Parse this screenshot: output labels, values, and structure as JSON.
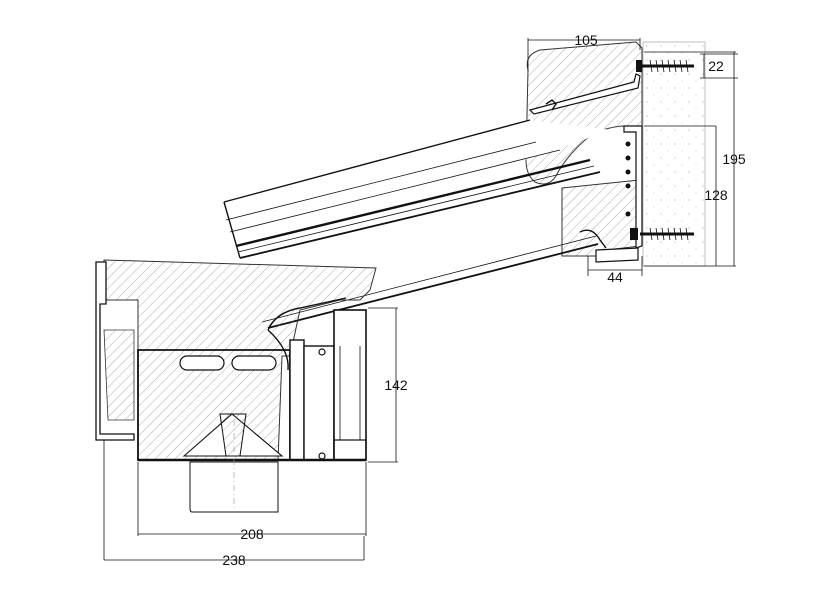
{
  "dimensions": {
    "top_width": "105",
    "screw_offset": "22",
    "total_height": "195",
    "inner_height": "128",
    "bottom_width": "44",
    "frame_height": "142",
    "inner_width": "208",
    "total_width": "238"
  }
}
